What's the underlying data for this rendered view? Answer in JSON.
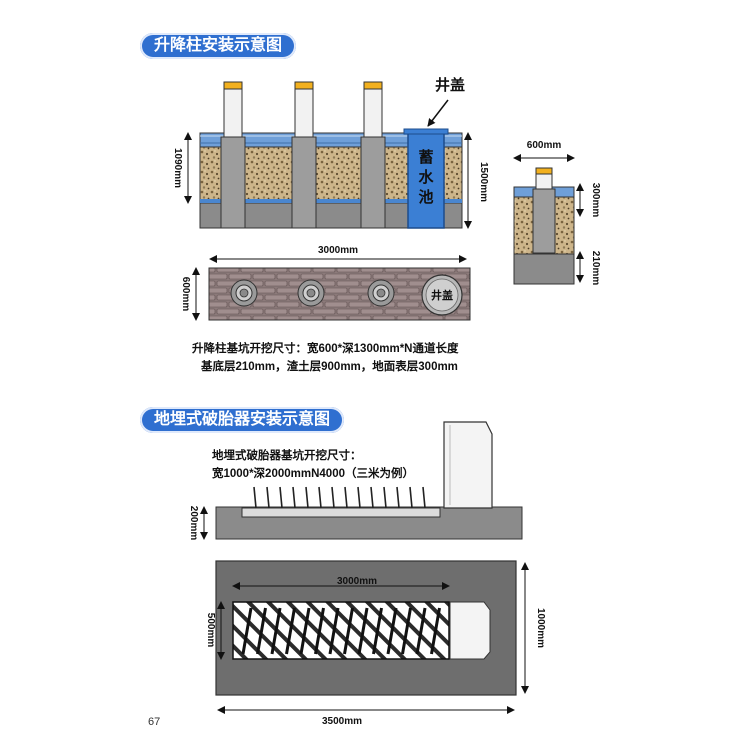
{
  "section1": {
    "title": "升降柱安装示意图",
    "cover_label": "井盖",
    "tank_label": [
      "蓄",
      "水",
      "池"
    ],
    "dim_1090": "1090mm",
    "dim_1500": "1500mm",
    "dim_600_top": "600mm",
    "dim_300": "300mm",
    "dim_210": "210mm",
    "dim_3000": "3000mm",
    "dim_600_left": "600mm",
    "manhole_label": "井盖",
    "spec_line1": "升降柱基坑开挖尺寸：宽600*深1300mm*N通道长度",
    "spec_line2": "基底层210mm，渣土层900mm，地面表层300mm"
  },
  "section2": {
    "title": "地埋式破胎器安装示意图",
    "spec_line1": "地埋式破胎器基坑开挖尺寸：",
    "spec_line2": "宽1000*深2000mmN4000（三米为例）",
    "dim_200": "200mm",
    "dim_3000": "3000mm",
    "dim_500": "500mm",
    "dim_1000": "1000mm",
    "dim_3500": "3500mm"
  },
  "page_number": "67",
  "colors": {
    "brand_blue": "#2f6fd0",
    "ground_blue": "#6f9fd8",
    "concrete": "#8b8b8b",
    "gravel": "#cdb58a",
    "paving": "#8c7a7a",
    "bollard_cap": "#f2b01e",
    "tank_blue": "#3b7fd4"
  }
}
